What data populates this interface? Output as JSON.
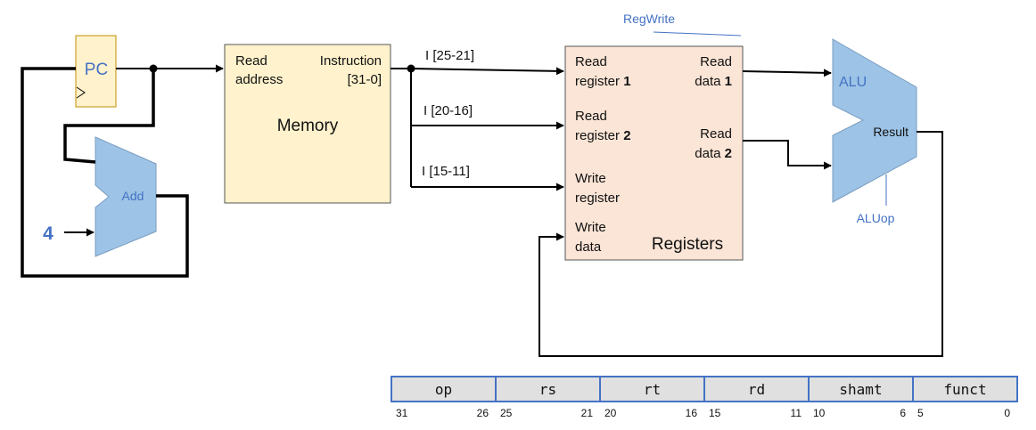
{
  "pc": {
    "label": "PC"
  },
  "adder": {
    "label": "Add",
    "constant": "4"
  },
  "memory": {
    "read_address_1": "Read",
    "read_address_2": "address",
    "instruction_1": "Instruction",
    "instruction_2": "[31-0]",
    "title": "Memory"
  },
  "wires": {
    "i1": "I [25-21]",
    "i2": "I [20-16]",
    "i3": "I [15-11]"
  },
  "registers": {
    "regwrite": "RegWrite",
    "read_reg1_a": "Read",
    "read_reg1_b": "register ",
    "read_reg1_n": "1",
    "read_reg2_a": "Read",
    "read_reg2_b": "register ",
    "read_reg2_n": "2",
    "write_reg_a": "Write",
    "write_reg_b": "register",
    "write_data_a": "Write",
    "write_data_b": "data",
    "read_data1_a": "Read",
    "read_data1_b": "data ",
    "read_data1_n": "1",
    "read_data2_a": "Read",
    "read_data2_b": "data ",
    "read_data2_n": "2",
    "title": "Registers"
  },
  "alu": {
    "label": "ALU",
    "result": "Result",
    "aluop": "ALUop"
  },
  "instruction_format": {
    "fields": [
      {
        "name": "op",
        "hi": "31",
        "lo": "26"
      },
      {
        "name": "rs",
        "hi": "25",
        "lo": "21"
      },
      {
        "name": "rt",
        "hi": "20",
        "lo": "16"
      },
      {
        "name": "rd",
        "hi": "15",
        "lo": "11"
      },
      {
        "name": "shamt",
        "hi": "10",
        "lo": "6"
      },
      {
        "name": "funct",
        "hi": "5",
        "lo": "0"
      }
    ]
  },
  "colors": {
    "memory_fill": "#FFF2CC",
    "pc_fill": "#FFF2CC",
    "register_fill": "#FBE5D6",
    "alu_fill": "#9DC3E6",
    "accent_blue": "#4472C4",
    "field_fill": "#E0E0E0"
  }
}
